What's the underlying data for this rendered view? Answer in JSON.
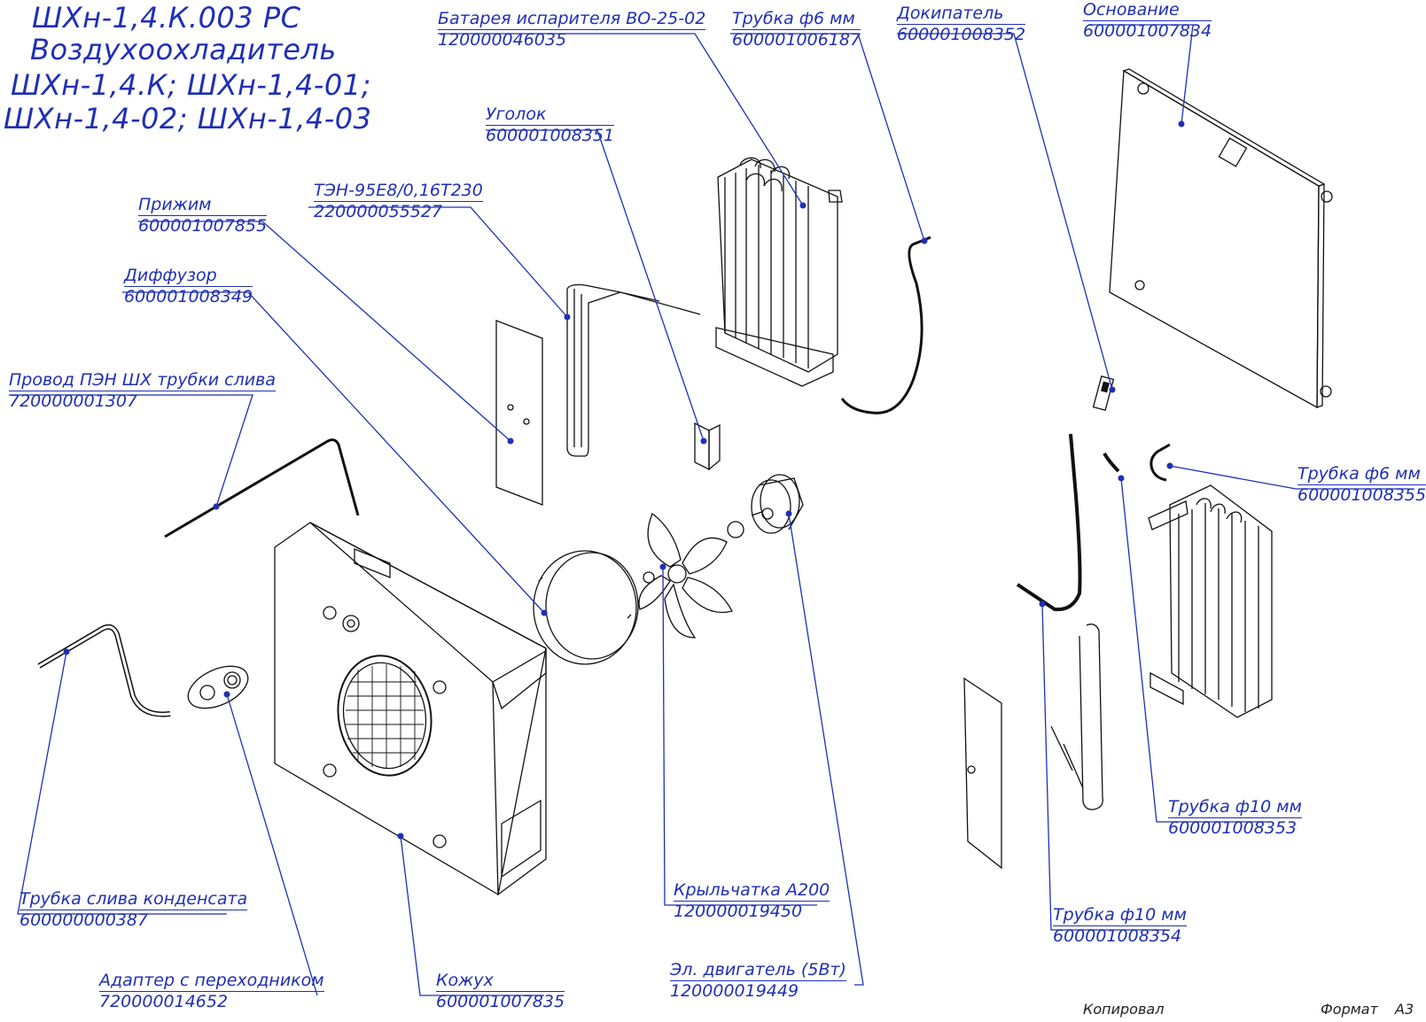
{
  "title_lines": [
    "ШХн-1,4.К.003 РС",
    "Воздухоохладитель",
    "ШХн-1,4.К; ШХн-1,4-01;",
    "ШХн-1,4-02; ШХн-1,4-03"
  ],
  "labels": {
    "battery": {
      "name": "Батарея испарителя ВО-25-02",
      "code": "120000046035"
    },
    "tube6_top": {
      "name": "Трубка ф6 мм",
      "code": "600001006187"
    },
    "dokipatel": {
      "name": "Докипатель",
      "code": "600001008352"
    },
    "osnovanie": {
      "name": "Основание",
      "code": "600001007834"
    },
    "ugolok": {
      "name": "Уголок",
      "code": "600001008351"
    },
    "prizhim": {
      "name": "Прижим",
      "code": "600001007855"
    },
    "ten": {
      "name": "ТЭН-95Е8/0,16Т230",
      "code": "220000055527"
    },
    "diffuzor": {
      "name": "Диффузор",
      "code": "600001008349"
    },
    "provod": {
      "name": "Провод ПЭН ШХ трубки слива",
      "code": "720000001307"
    },
    "tube6_right": {
      "name": "Трубка ф6 мм",
      "code": "600001008355"
    },
    "tube10_353": {
      "name": "Трубка ф10 мм",
      "code": "600001008353"
    },
    "tube10_354": {
      "name": "Трубка ф10 мм",
      "code": "600001008354"
    },
    "krylchatka": {
      "name": "Крыльчатка А200",
      "code": "120000019450"
    },
    "motor": {
      "name": "Эл. двигатель (5Вт)",
      "code": "120000019449"
    },
    "trubka_sliva": {
      "name": "Трубка слива конденсата",
      "code": "600000000387"
    },
    "adapter": {
      "name": "Адаптер с переходником",
      "code": "720000014652"
    },
    "kozhukh": {
      "name": "Кожух",
      "code": "600001007835"
    }
  },
  "footer": {
    "copied": "Копировал",
    "format_label": "Формат",
    "format_value": "А3"
  },
  "colors": {
    "leader": "#1f2fb5",
    "drawing": "#111111"
  }
}
